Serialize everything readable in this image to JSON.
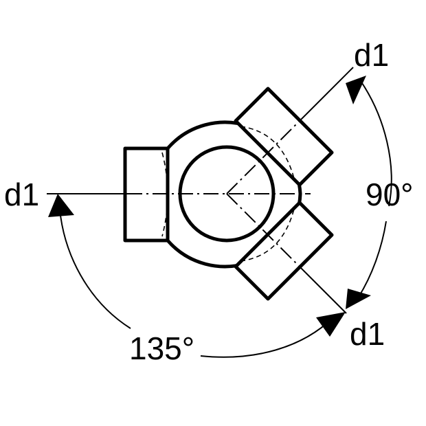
{
  "labels": {
    "left_port": "d1",
    "top_right_port": "d1",
    "bottom_right_port": "d1",
    "angle_between_branches": "90°",
    "angle_main_to_branch": "135°"
  },
  "colors": {
    "line": "#000000",
    "background": "#ffffff"
  }
}
